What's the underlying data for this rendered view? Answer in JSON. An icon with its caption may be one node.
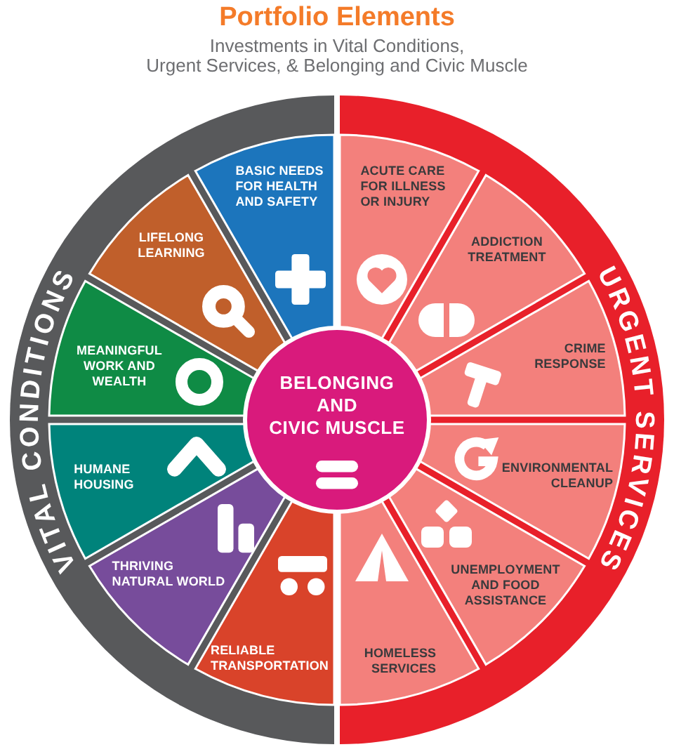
{
  "diagram": {
    "title": "Portfolio Elements",
    "nodes": [
      {
        "text": [
          "VITAL CONDITIONS"
        ]
      },
      {
        "text": [
          "BASIC NEEDS FOR HEALTH AND SAFETY"
        ],
        "in": 0
      },
      {
        "text": [
          "LIFELONG LEARNING"
        ],
        "in": 0
      },
      {
        "text": [
          "MEANINGFUL WORK AND WEALTH"
        ],
        "in": 0
      },
      {
        "text": [
          "HUMANE HOUSING"
        ],
        "in": 0
      },
      {
        "text": [
          "THRIVING NATURAL WORLD"
        ],
        "in": 0
      },
      {
        "text": [
          "RELIABLE TRANSPORTATION"
        ],
        "in": 0
      },
      {
        "text": [
          "URGENT SERVICES"
        ]
      },
      {
        "text": [
          "ACUTE CARE FOR ILLNESS OR INJURY"
        ],
        "in": 7
      },
      {
        "text": [
          "ADDICTION TREATMENT"
        ],
        "in": 7
      },
      {
        "text": [
          "CRIME RESPONSE"
        ],
        "in": 7
      },
      {
        "text": [
          "ENVIRONMENTAL CLEANUP"
        ],
        "in": 7
      },
      {
        "text": [
          "UNEMPLOYMENT AND FOOD ASSISTANCE"
        ],
        "in": 7
      },
      {
        "text": [
          "HOMELESS SERVICES"
        ],
        "in": 7
      },
      {
        "text": [
          "BELONGING AND CIVIC MUSCLE"
        ]
      }
    ],
    "labels": [
      "Investments in Vital Conditions, Urgent Services, & Belonging and Civic Muscle"
    ]
  }
}
